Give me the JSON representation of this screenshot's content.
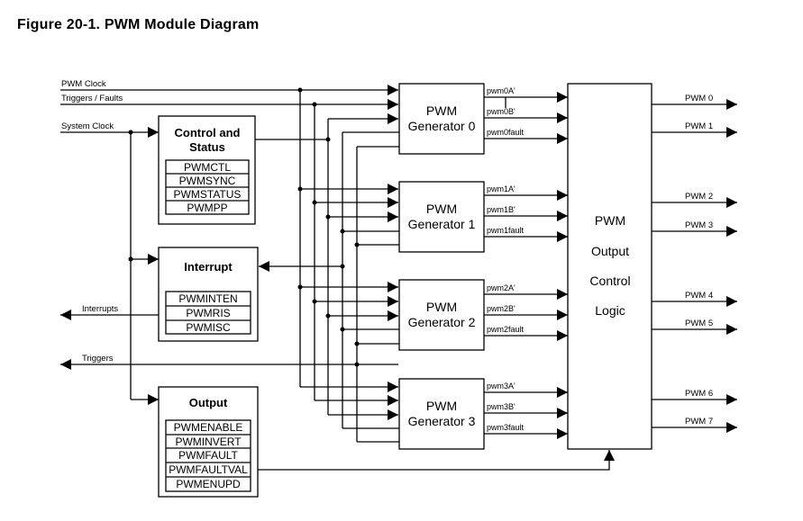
{
  "figure": {
    "title": "Figure 20-1. PWM Module Diagram"
  },
  "inputs": {
    "pwm_clock": "PWM Clock",
    "triggers_faults": "Triggers / Faults",
    "system_clock": "System Clock"
  },
  "outputs_left": {
    "interrupts": "Interrupts",
    "triggers": "Triggers"
  },
  "blocks": {
    "control_status": {
      "title_line1": "Control and",
      "title_line2": "Status",
      "registers": [
        "PWMCTL",
        "PWMSYNC",
        "PWMSTATUS",
        "PWMPP"
      ]
    },
    "interrupt": {
      "title": "Interrupt",
      "registers": [
        "PWMINTEN",
        "PWMRIS",
        "PWMISC"
      ]
    },
    "output": {
      "title": "Output",
      "registers": [
        "PWMENABLE",
        "PWMINVERT",
        "PWMFAULT",
        "PWMFAULTVAL",
        "PWMENUPD"
      ]
    }
  },
  "generators": [
    {
      "line1": "PWM",
      "line2": "Generator 0",
      "signals": [
        "pwm0A'",
        "pwm0B'",
        "pwm0fault"
      ]
    },
    {
      "line1": "PWM",
      "line2": "Generator 1",
      "signals": [
        "pwm1A'",
        "pwm1B'",
        "pwm1fault"
      ]
    },
    {
      "line1": "PWM",
      "line2": "Generator 2",
      "signals": [
        "pwm2A'",
        "pwm2B'",
        "pwm2fault"
      ]
    },
    {
      "line1": "PWM",
      "line2": "Generator 3",
      "signals": [
        "pwm3A'",
        "pwm3B'",
        "pwm3fault"
      ]
    }
  ],
  "output_logic": {
    "lines": [
      "PWM",
      "Output",
      "Control",
      "Logic"
    ]
  },
  "pwm_outputs": [
    "PWM 0",
    "PWM 1",
    "PWM 2",
    "PWM 3",
    "PWM 4",
    "PWM 5",
    "PWM 6",
    "PWM 7"
  ]
}
